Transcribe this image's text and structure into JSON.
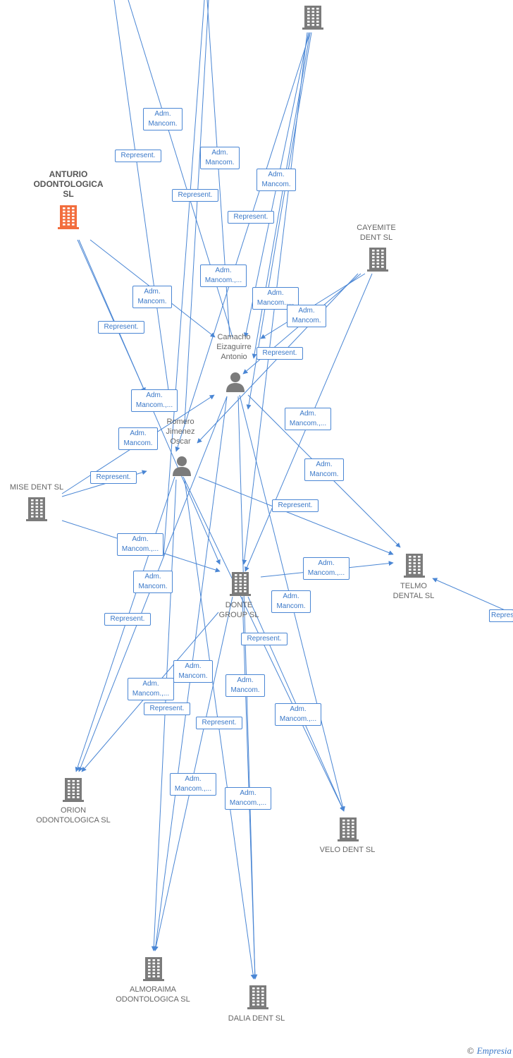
{
  "colors": {
    "edge": "#4a86d4",
    "building": "#7b7b7b",
    "highlight": "#f26d3d",
    "person": "#7b7b7b"
  },
  "nodes": [
    {
      "id": "top",
      "type": "company",
      "label": ""
    },
    {
      "id": "anturio",
      "type": "company",
      "label": "ANTURIO\nODONTOLOGICA\nSL",
      "highlight": true
    },
    {
      "id": "cayemite",
      "type": "company",
      "label": "CAYEMITE\nDENT SL"
    },
    {
      "id": "camacho",
      "type": "person",
      "label": "Camacho\nEizaguirre\nAntonio"
    },
    {
      "id": "romero",
      "type": "person",
      "label": "Romero\nJimenez\nOscar"
    },
    {
      "id": "mise",
      "type": "company",
      "label": "MISE DENT SL"
    },
    {
      "id": "telmo",
      "type": "company",
      "label": "TELMO\nDENTAL SL"
    },
    {
      "id": "donte",
      "type": "company",
      "label": "DONTE\nGROUP  SL"
    },
    {
      "id": "orion",
      "type": "company",
      "label": "ORION\nODONTOLOGICA SL"
    },
    {
      "id": "velo",
      "type": "company",
      "label": "VELO DENT SL"
    },
    {
      "id": "almoraima",
      "type": "company",
      "label": "ALMORAIMA\nODONTOLOGICA SL"
    },
    {
      "id": "dalia",
      "type": "company",
      "label": "DALIA DENT SL"
    }
  ],
  "edge_labels": [
    "Adm.\nMancom.",
    "Represent.",
    "Adm.\nMancom.",
    "Represent.",
    "Adm.\nMancom.",
    "Represent.",
    "Adm.\nMancom.,...",
    "Adm.\nMancom.",
    "Adm.\nMancom.,...",
    "Represent.",
    "Adm.\nMancom.",
    "Represent.",
    "Adm.\nMancom.,...",
    "Adm.\nMancom.",
    "Adm.\nMancom.,...",
    "Adm.\nMancom.",
    "Represent.",
    "Represent.",
    "Represent.",
    "Adm.\nMancom.,...",
    "Adm.\nMancom.",
    "Adm.\nMancom.,...",
    "Represent.",
    "Adm.\nMancom.",
    "Represent.",
    "Adm.\nMancom.",
    "Adm.\nMancom.,...",
    "Adm.\nMancom.",
    "Represent.",
    "Represent.",
    "Adm.\nMancom.,...",
    "Adm.\nMancom.,...",
    "Adm.\nMancom.,...",
    "Represent"
  ],
  "footer": {
    "copyright": "©",
    "brand": "Empresia"
  }
}
